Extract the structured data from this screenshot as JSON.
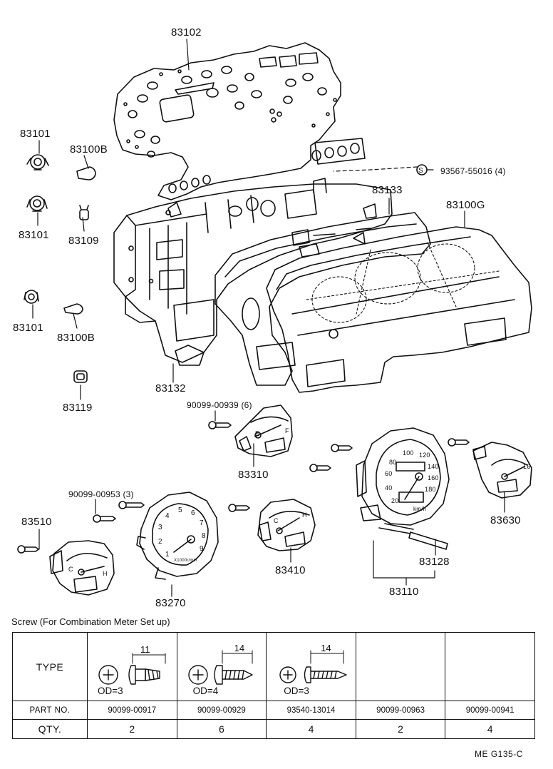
{
  "labels": {
    "p83102": "83102",
    "p83101_a": "83101",
    "p83100b_a": "83100B",
    "p83101_b": "83101",
    "p83109": "83109",
    "p83101_c": "83101",
    "p83100b_b": "83100B",
    "p83119": "83119",
    "p93567": "93567-55016 (4)",
    "p83133": "83133",
    "p83100g": "83100G",
    "p83132": "83132",
    "p90099_00939": "90099-00939 (6)",
    "p83310": "83310",
    "p90099_00953": "90099-00953 (3)",
    "p83510": "83510",
    "p83270": "83270",
    "p83410": "83410",
    "p83128": "83128",
    "p83110": "83110",
    "p83630": "83630",
    "s_mark": "S"
  },
  "gauge_text": {
    "speedo_ticks": [
      "20",
      "40",
      "60",
      "80",
      "100",
      "120",
      "140",
      "160",
      "180"
    ],
    "speedo_unit": "km/h",
    "tacho_ticks": [
      "1",
      "2",
      "3",
      "4",
      "5",
      "6",
      "7",
      "8",
      "9"
    ],
    "tacho_unit": "X1000r/min",
    "fuel_marks": [
      "E",
      "F"
    ],
    "temp_marks": [
      "C",
      "H"
    ],
    "gauge_630_mark": "16"
  },
  "table": {
    "caption": "Screw (For Combination Meter Set up)",
    "headers": {
      "type": "TYPE",
      "part": "PART NO.",
      "qty": "QTY."
    },
    "columns": [
      {
        "od": "OD=3",
        "length": "11",
        "part_no": "90099-00917",
        "qty": "2"
      },
      {
        "od": "OD=4",
        "length": "14",
        "part_no": "90099-00929",
        "qty": "6"
      },
      {
        "od": "OD=3",
        "length": "14",
        "part_no": "93540-13014",
        "qty": "4"
      },
      {
        "od": "",
        "length": "",
        "part_no": "90099-00963",
        "qty": "2"
      },
      {
        "od": "",
        "length": "",
        "part_no": "90099-00941",
        "qty": "4"
      }
    ]
  },
  "footer": "ME  G135-C"
}
